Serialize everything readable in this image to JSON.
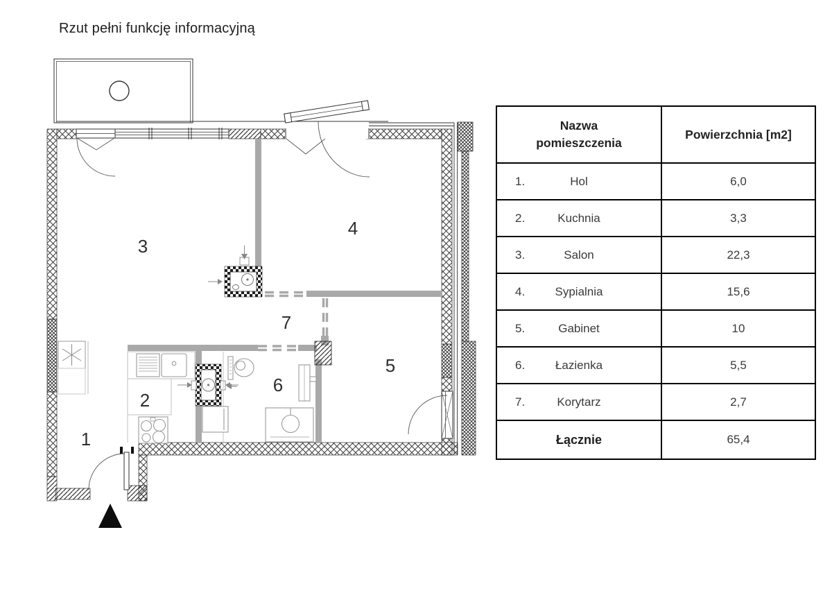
{
  "title": "Rzut pełni funkcję informacyjną",
  "plan": {
    "room_labels": [
      {
        "number": "1",
        "name": "Hol"
      },
      {
        "number": "2",
        "name": "Kuchnia"
      },
      {
        "number": "3",
        "name": "Salon"
      },
      {
        "number": "4",
        "name": "Sypialnia"
      },
      {
        "number": "5",
        "name": "Gabinet"
      },
      {
        "number": "6",
        "name": "Łazienka"
      },
      {
        "number": "7",
        "name": "Korytarz"
      }
    ]
  },
  "table": {
    "header": {
      "name": "Nazwa\npomieszczenia",
      "area": "Powierzchnia [m2]"
    },
    "rows": [
      {
        "no": "1.",
        "name": "Hol",
        "area": "6,0"
      },
      {
        "no": "2.",
        "name": "Kuchnia",
        "area": "3,3"
      },
      {
        "no": "3.",
        "name": "Salon",
        "area": "22,3"
      },
      {
        "no": "4.",
        "name": "Sypialnia",
        "area": "15,6"
      },
      {
        "no": "5.",
        "name": "Gabinet",
        "area": "10"
      },
      {
        "no": "6.",
        "name": "Łazienka",
        "area": "5,5"
      },
      {
        "no": "7.",
        "name": "Korytarz",
        "area": "2,7"
      }
    ],
    "total": {
      "label": "Łącznie",
      "area": "65,4"
    }
  }
}
